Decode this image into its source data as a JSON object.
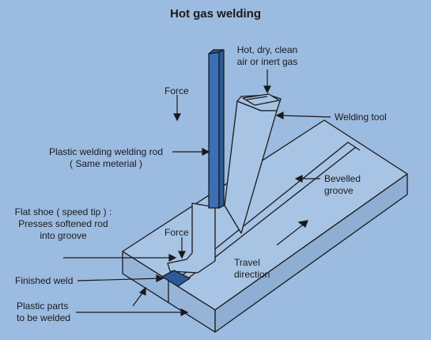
{
  "title": "Hot gas welding",
  "labels": {
    "force_top": "Force",
    "hot_air": "Hot, dry, clean\nair or inert gas",
    "welding_tool": "Welding tool",
    "rod": "Plastic welding welding rod\n( Same meterial )",
    "bevelled": "Bevelled\ngroove",
    "flat_shoe": "Flat shoe ( speed tip ) :\nPresses softened rod\ninto groove",
    "force_bottom": "Force",
    "travel": "Travel\ndirection",
    "finished": "Finished weld",
    "plastic_parts": "Plastic parts\nto be welded"
  },
  "colors": {
    "background": "#9bbce0",
    "block_top": "#a7c4e4",
    "block_front": "#95b4d8",
    "block_side": "#8eaed3",
    "rod": "#3d6fb5",
    "outline": "#1a1a1a"
  }
}
